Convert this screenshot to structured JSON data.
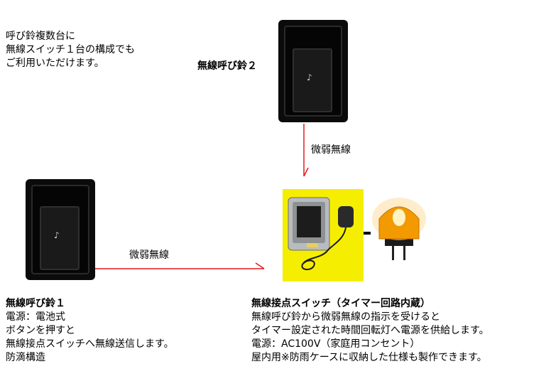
{
  "intro_lines": [
    "呼び鈴複数台に",
    "無線スイッチ１台の構成でも",
    "ご利用いただけます。"
  ],
  "bell2": {
    "label": "無線呼び鈴２"
  },
  "bell1": {
    "title": "無線呼び鈴１",
    "lines": [
      "電源：電池式",
      "ボタンを押すと",
      "無線接点スイッチへ無線送信します。",
      "防滴構造"
    ]
  },
  "link_bell2": {
    "label": "微弱無線"
  },
  "link_bell1": {
    "label": "微弱無線"
  },
  "switch": {
    "title": "無線接点スイッチ（タイマー回路内蔵）",
    "lines": [
      "無線呼び鈴から微弱無線の指示を受けると",
      "タイマー設定された時間回転灯へ電源を供給します。",
      "電源：AC100V（家庭用コンセント）",
      "屋内用※防雨ケースに収納した仕様も製作できます。"
    ]
  },
  "colors": {
    "arrow": "#e21a1a",
    "switch_background": "#f5ee00",
    "lamp": "#f39a00"
  }
}
